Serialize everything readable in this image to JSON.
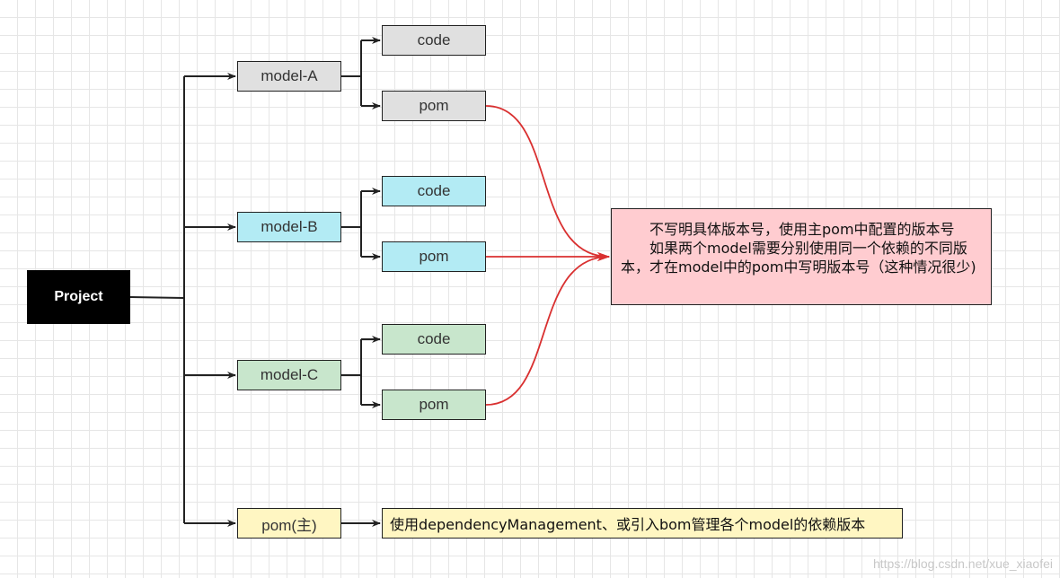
{
  "project": {
    "label": "Project"
  },
  "modules": [
    {
      "label": "model-A",
      "code_label": "code",
      "pom_label": "pom",
      "color": "#e0e0e0"
    },
    {
      "label": "model-B",
      "code_label": "code",
      "pom_label": "pom",
      "color": "#b3ebf4"
    },
    {
      "label": "model-C",
      "code_label": "code",
      "pom_label": "pom",
      "color": "#c8e6cc"
    }
  ],
  "main_pom": {
    "label": "pom(主)",
    "color": "#fff6c2"
  },
  "version_note": {
    "line1": "不写明具体版本号，使用主pom中配置的版本号",
    "line2": "如果两个model需要分别使用同一个依赖的不同版本，才在model中的pom中写明版本号（这种情况很少)",
    "color": "#ffccd0"
  },
  "bom_note": {
    "text": "使用dependencyManagement、或引入bom管理各个model的依赖版本"
  },
  "watermark": "https://blog.csdn.net/xue_xiaofei",
  "colors": {
    "connector": "#222222",
    "highlight_link": "#d93030"
  }
}
